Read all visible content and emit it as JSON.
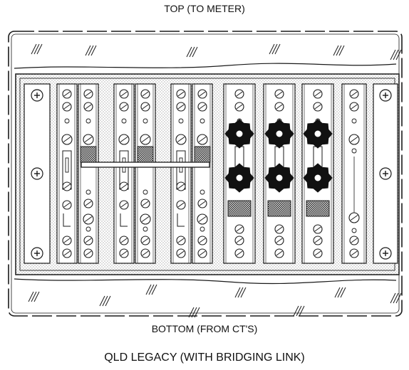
{
  "labels": {
    "top": "TOP (TO METER)",
    "bottom": "BOTTOM (FROM CT'S)",
    "caption": "QLD LEGACY (WITH BRIDGING LINK)"
  },
  "diagram": {
    "modules": [
      {
        "kind": "cover-left"
      },
      {
        "kind": "link-pair"
      },
      {
        "kind": "link-pair"
      },
      {
        "kind": "link-pair"
      },
      {
        "kind": "knob"
      },
      {
        "kind": "knob"
      },
      {
        "kind": "knob"
      },
      {
        "kind": "neutral"
      },
      {
        "kind": "cover-right"
      }
    ],
    "bridging_link": true,
    "colors": {
      "line": "#1a1a1a",
      "knob": "#111111",
      "stipple": "#888888"
    }
  }
}
